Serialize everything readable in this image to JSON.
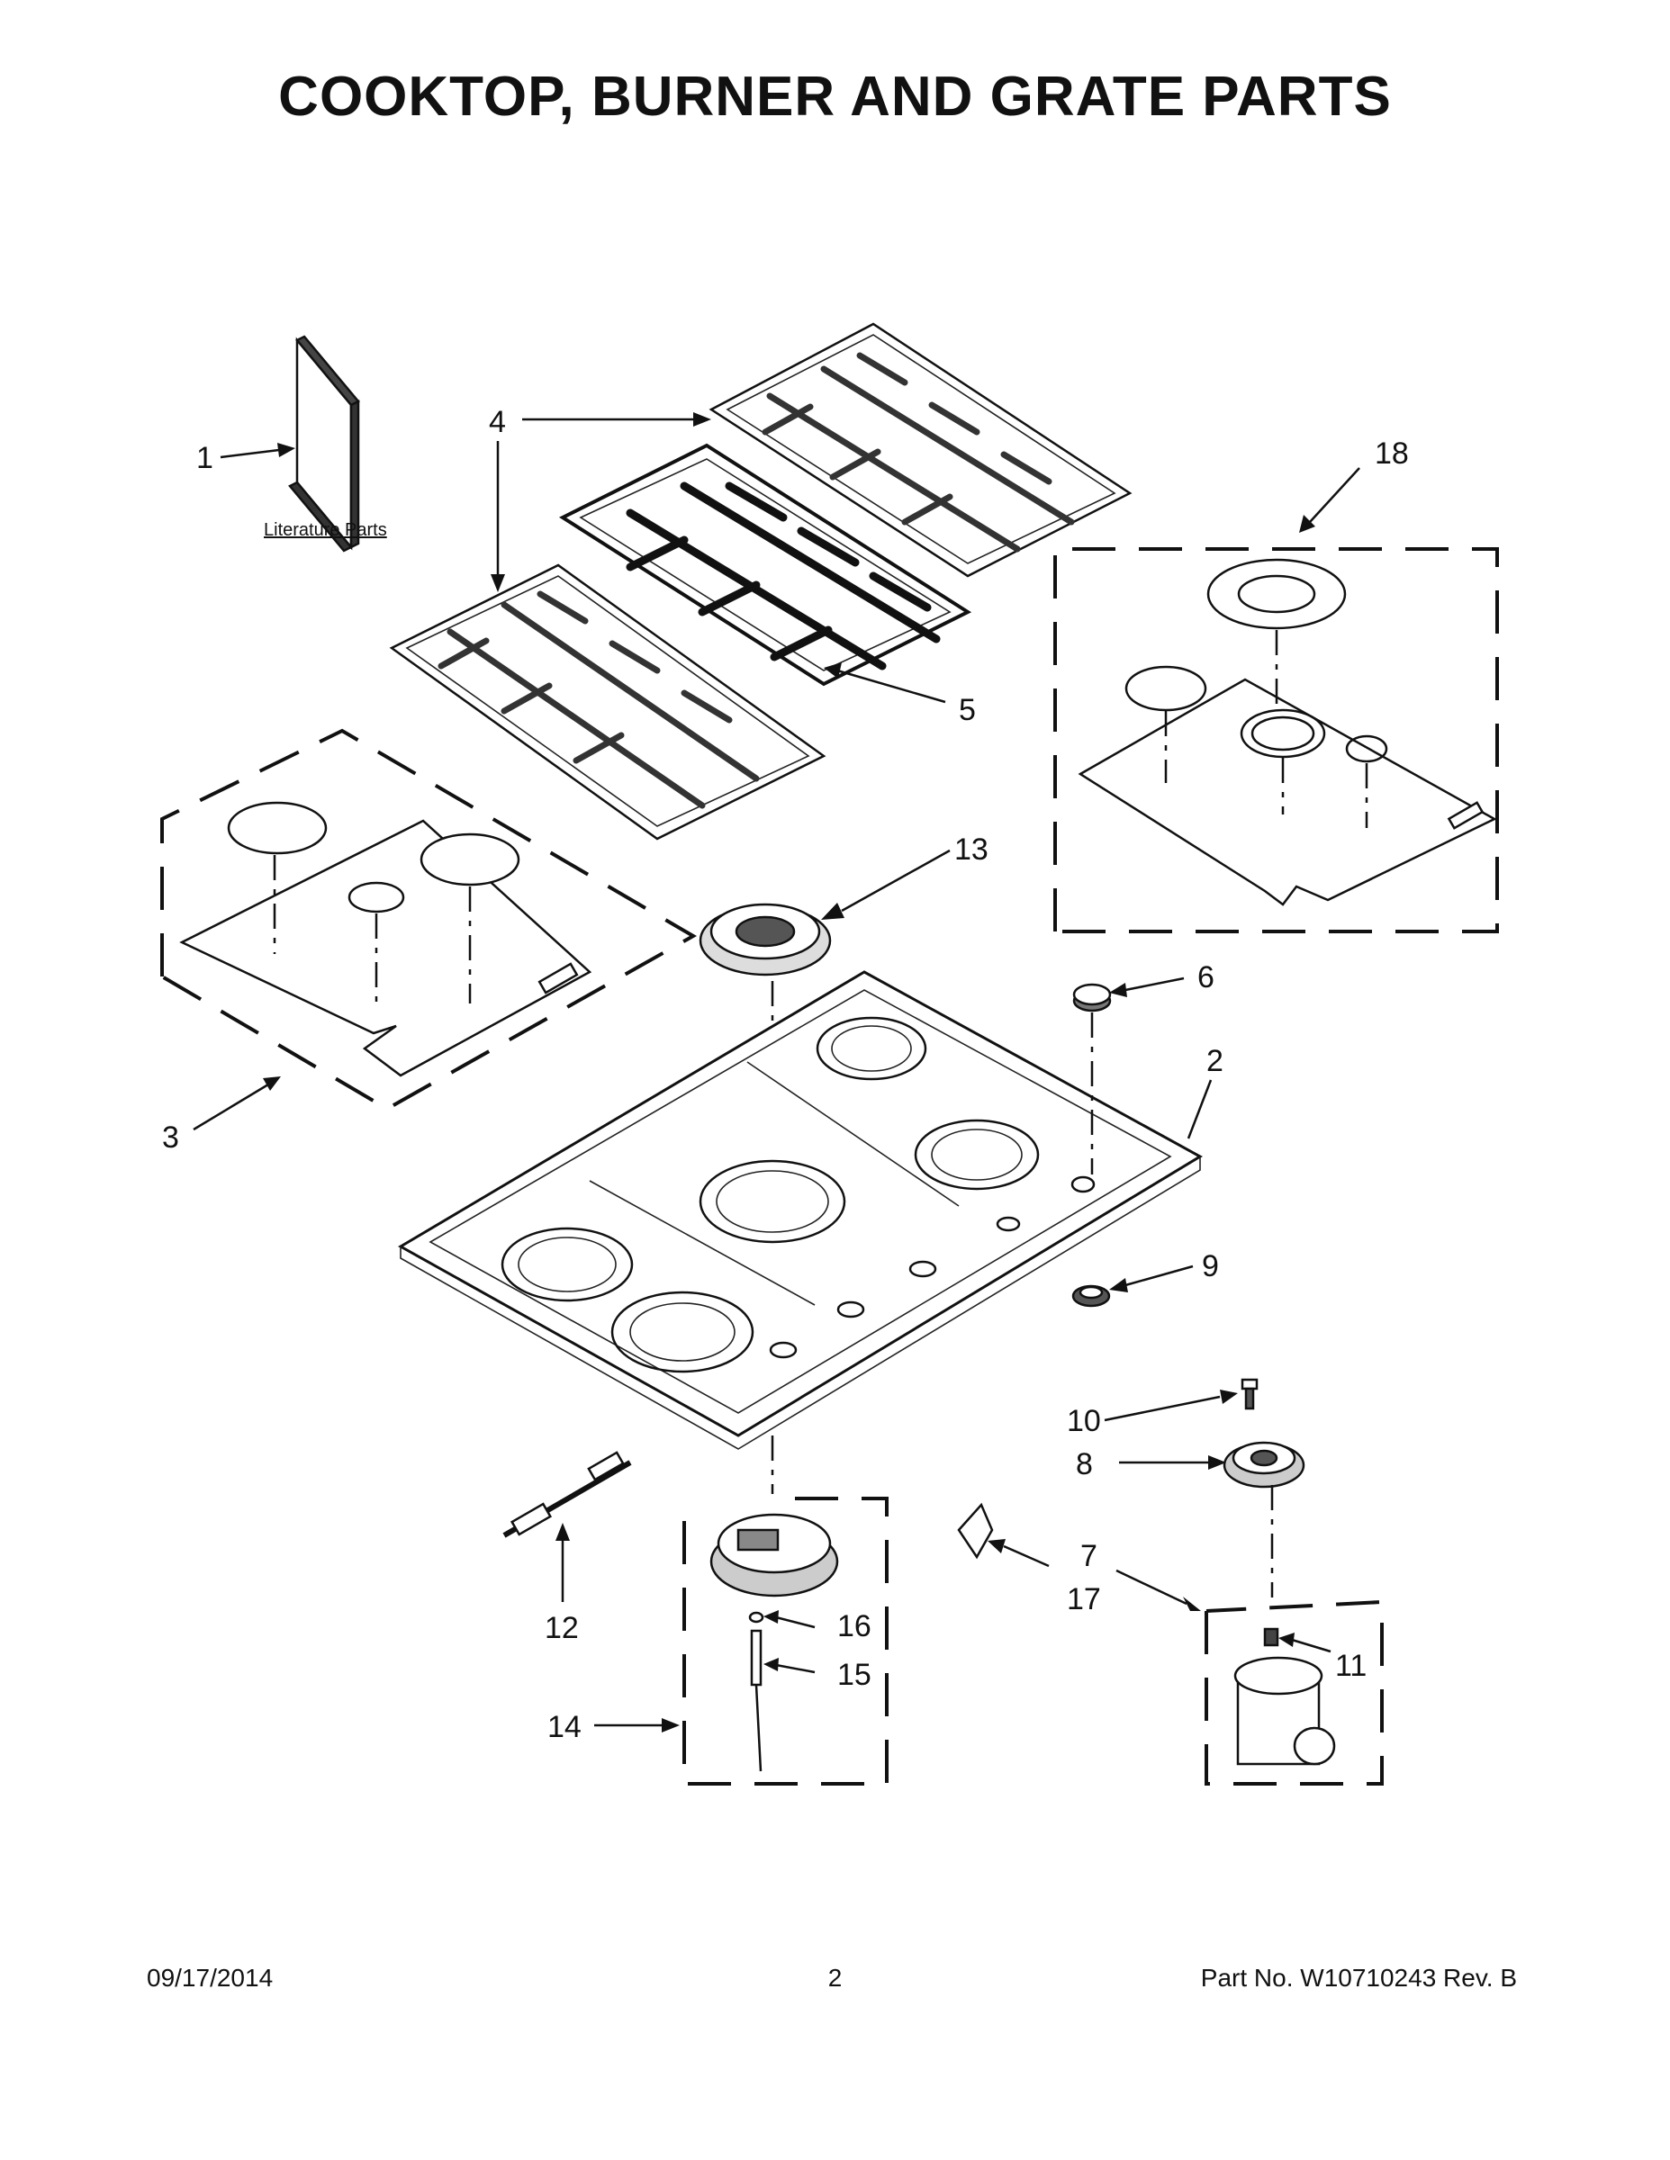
{
  "title": "COOKTOP, BURNER AND GRATE PARTS",
  "literature_label": "Literature Parts",
  "callouts": {
    "c1": "1",
    "c2": "2",
    "c3": "3",
    "c4": "4",
    "c5": "5",
    "c6": "6",
    "c7": "7",
    "c8": "8",
    "c9": "9",
    "c10": "10",
    "c11": "11",
    "c12": "12",
    "c13": "13",
    "c14": "14",
    "c15": "15",
    "c16": "16",
    "c17": "17",
    "c18": "18"
  },
  "footer": {
    "date": "09/17/2014",
    "page": "2",
    "part": "Part No.  W10710243   Rev.  B"
  }
}
